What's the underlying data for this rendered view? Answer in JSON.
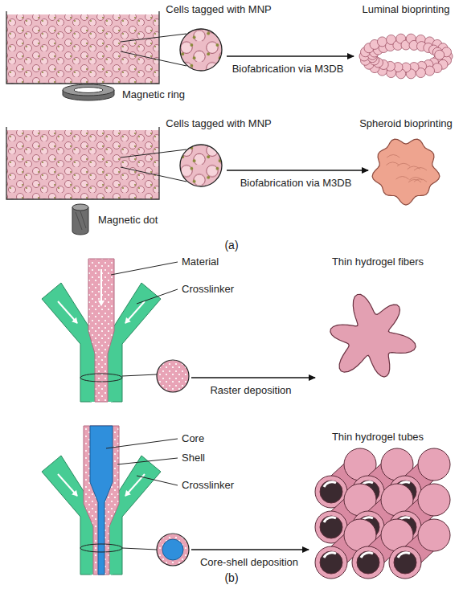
{
  "diagram": {
    "labels": [
      "Cells tagged with MNP",
      "Luminal bioprinting",
      "Biofabrication via M3DB",
      "Magnetic ring",
      "Cells tagged with MNP",
      "Spheroid bioprinting",
      "Biofabrication via M3DB",
      "Magnetic dot",
      "(a)",
      "Material",
      "Crosslinker",
      "Thin hydrogel fibers",
      "Raster deposition",
      "Core",
      "Shell",
      "Crosslinker",
      "Thin hydrogel tubes",
      "Core-shell deposition",
      "(b)"
    ]
  }
}
